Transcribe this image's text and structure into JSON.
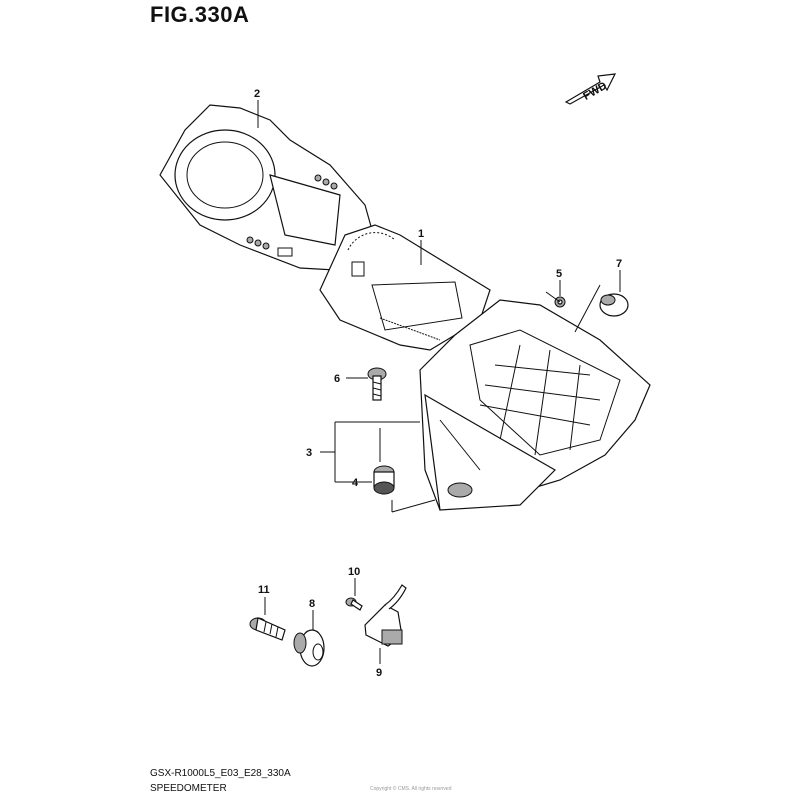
{
  "figure": {
    "title": "FIG.330A",
    "fwd_label": "FWD",
    "code": "GSX-R1000L5_E03_E28_330A",
    "section": "SPEEDOMETER",
    "watermark": "Copyright © CMS. All rights reserved"
  },
  "callouts": {
    "c1": "1",
    "c2": "2",
    "c3": "3",
    "c4": "4",
    "c5": "5",
    "c6": "6",
    "c7": "7",
    "c8": "8",
    "c9": "9",
    "c10": "10",
    "c11": "11"
  }
}
